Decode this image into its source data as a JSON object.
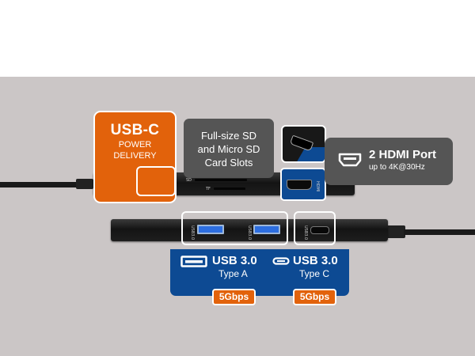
{
  "usb_c_pd": {
    "title": "USB-C",
    "line1": "POWER",
    "line2": "DELIVERY"
  },
  "sd_slots": {
    "line1": "Full-size SD",
    "line2": "and Micro SD",
    "line3": "Card Slots"
  },
  "hdmi": {
    "title": "2 HDMI Port",
    "subtitle": "up to 4K@30Hz",
    "port_label": "HDMI"
  },
  "usb_a": {
    "title": "USB 3.0",
    "subtitle": "Type A",
    "speed": "5Gbps",
    "port_label": "USB3.0"
  },
  "usb_c": {
    "title": "USB 3.0",
    "subtitle": "Type C",
    "speed": "5Gbps",
    "port_label": "USB3.0"
  },
  "device_labels": {
    "sd": "SD",
    "tf": "TF"
  },
  "colors": {
    "orange": "#e2620b",
    "blue": "#0d4a93",
    "gray_callout": "#555555",
    "background": "#cbc6c6"
  }
}
